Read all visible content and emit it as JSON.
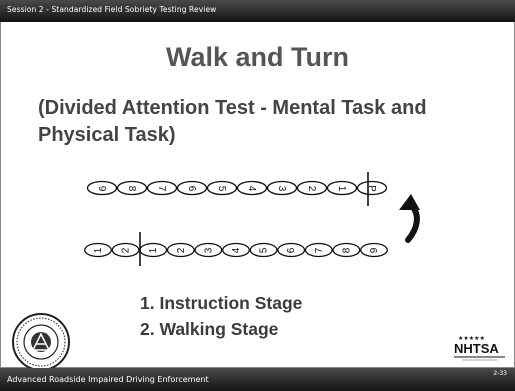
{
  "header": {
    "session_title": "Session 2 - Standardized Field Sobriety Testing Review"
  },
  "slide": {
    "title": "Walk and Turn",
    "subtitle": "(Divided Attention Test - Mental Task and Physical Task)",
    "stages": [
      "1. Instruction Stage",
      "2. Walking Stage"
    ]
  },
  "diagram": {
    "top_row_steps": [
      "9",
      "8",
      "7",
      "6",
      "5",
      "4",
      "3",
      "2",
      "1",
      "P"
    ],
    "bottom_row_steps": [
      "1",
      "2",
      "1",
      "2",
      "3",
      "4",
      "5",
      "6",
      "7",
      "8",
      "9"
    ],
    "turn_arrow": "curved-arrow-icon"
  },
  "footer": {
    "program_title": "Advanced Roadside Impaired Driving Enforcement",
    "page_number": "2-33"
  },
  "logos": {
    "seal": "seal-icon",
    "agency": "NHTSA"
  }
}
